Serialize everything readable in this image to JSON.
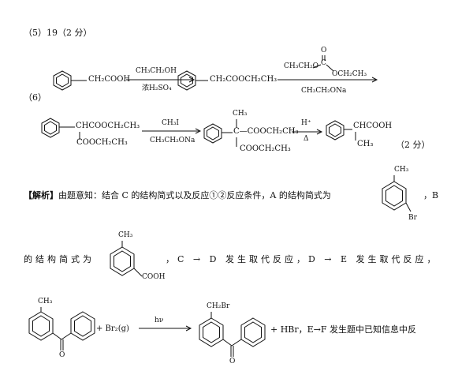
{
  "line5": "（5）19（2 分）",
  "line6_label": "（6）",
  "row1": {
    "s1": "CH₂COOH",
    "r1_top": "CH₃CH₂OH",
    "r1_bottom": "浓H₂SO₄",
    "p1": "CH₂COOCH₂CH₃",
    "r2_top_left": "CH₃CH₂O",
    "r2_top_right": "OCH₂CH₃",
    "r2_top_c": "C",
    "r2_top_o": "O",
    "r2_bottom": "CH₃CH₂ONa"
  },
  "row2": {
    "s1_top": "CHCOOCH₂CH₃",
    "s1_bottom": "COOCH₂CH₃",
    "r3_top": "CH₃I",
    "r3_bottom": "CH₃CH₂ONa",
    "p_methyl": "CH₃",
    "p_top": "C—COOCH₂CH₃",
    "p_bottom": "COOCH₂CH₃",
    "r4_top": "H⁺",
    "r4_bottom": "Δ",
    "f_top": "CHCOOH",
    "f_bottom": "CH₃",
    "score": "（2 分）"
  },
  "analysis": {
    "tag": "【解析】",
    "text1": "由题意知：结合 C 的结构简式以及反应①②反应条件，A 的结构简式为",
    "a_methyl": "CH₃",
    "a_br": "Br",
    "text1_end": "，B",
    "text2": "的结构简式为",
    "b_methyl": "CH₃",
    "b_cooh": "COOH",
    "text2_end": "，C → D 发生取代反应，D → E 发生取代反应，",
    "e_methyl": "CH₃",
    "plus1": "+ Br₂(g)",
    "hv": "hν",
    "f_ch2br": "CH₂Br",
    "plus2": "+ HBr，E→F 发生题中已知信息中反",
    "ketone_o1": "O",
    "ketone_o2": "O"
  }
}
